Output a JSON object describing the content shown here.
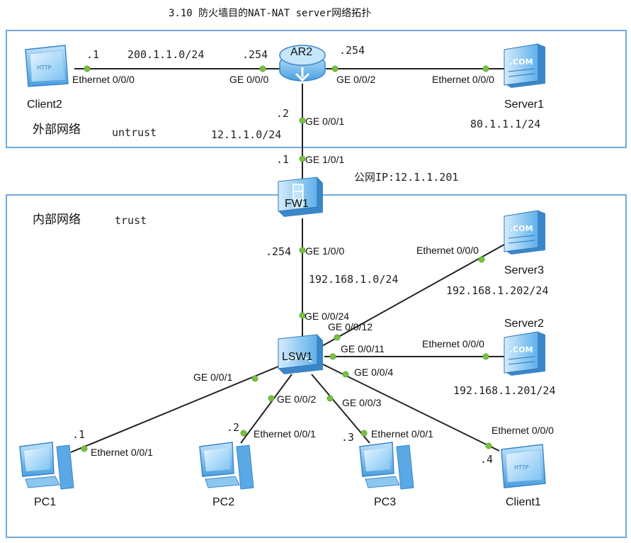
{
  "title": "3.10 防火墙目的NAT-NAT server网络拓扑",
  "zones": {
    "external": {
      "name": "外部网络",
      "tag": "untrust"
    },
    "internal": {
      "name": "内部网络",
      "tag": "trust"
    }
  },
  "public_ip": "公网IP:12.1.1.201",
  "devices": {
    "client2": "Client2",
    "ar2": "AR2",
    "server1": "Server1",
    "fw1": "FW1",
    "server3": "Server3",
    "server2": "Server2",
    "lsw1": "LSW1",
    "pc1": "PC1",
    "pc2": "PC2",
    "pc3": "PC3",
    "client1": "Client1"
  },
  "networks": {
    "net_200": "200.1.1.0/24",
    "net_12": "12.1.1.0/24",
    "server1_ip": "80.1.1.1/24",
    "net_192": "192.168.1.0/24",
    "server3_ip": "192.168.1.202/24",
    "server2_ip": "192.168.1.201/24"
  },
  "hosts": {
    "client2": ".1",
    "ar2_g000": ".254",
    "ar2_g002": ".254",
    "ar2_g001": ".2",
    "fw_g100": ".1",
    "fw_g1000": ".254",
    "pc1": ".1",
    "pc2": ".2",
    "pc3": ".3",
    "client1": ".4"
  },
  "ports": {
    "client2_eth": "Ethernet 0/0/0",
    "ar2_g000": "GE 0/0/0",
    "ar2_g002": "GE 0/0/2",
    "server1_eth": "Ethernet 0/0/0",
    "ar2_g001": "GE 0/0/1",
    "fw_g100": "GE 1/0/1",
    "fw_g1000": "GE 1/0/0",
    "server3_eth": "Ethernet 0/0/0",
    "lsw_g024": "GE 0/0/24",
    "lsw_g012": "GE 0/0/12",
    "lsw_g011": "GE 0/0/11",
    "server2_eth": "Ethernet 0/0/0",
    "lsw_g004": "GE 0/0/4",
    "lsw_g001": "GE 0/0/1",
    "lsw_g002": "GE 0/0/2",
    "lsw_g003": "GE 0/0/3",
    "pc1_eth": "Ethernet 0/0/1",
    "pc2_eth": "Ethernet 0/0/1",
    "pc3_eth": "Ethernet 0/0/1",
    "client1_eth": "Ethernet 0/0/0"
  },
  "icon_text": {
    "http": "HTTP",
    "com": ".COM"
  },
  "colors": {
    "zone_border": "#3e8fd6",
    "port_dot": "#7ac143",
    "device_blue": "#5aa9e6"
  }
}
